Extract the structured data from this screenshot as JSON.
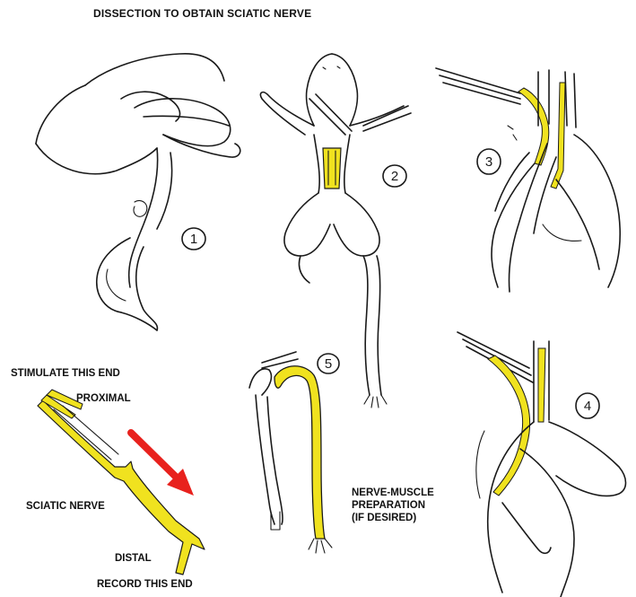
{
  "title": "DISSECTION TO OBTAIN SCIATIC NERVE",
  "step_numbers": [
    "1",
    "2",
    "3",
    "4",
    "5"
  ],
  "labels": {
    "stimulate": "STIMULATE THIS END",
    "proximal": "PROXIMAL",
    "sciatic_nerve": "SCIATIC NERVE",
    "distal": "DISTAL",
    "record": "RECORD THIS END",
    "prep_line1": "NERVE-MUSCLE",
    "prep_line2": "PREPARATION",
    "prep_line3": "(IF DESIRED)"
  },
  "colors": {
    "nerve": "#f0e21f",
    "arrow": "#e8211d",
    "ink": "#1a1a1a"
  }
}
